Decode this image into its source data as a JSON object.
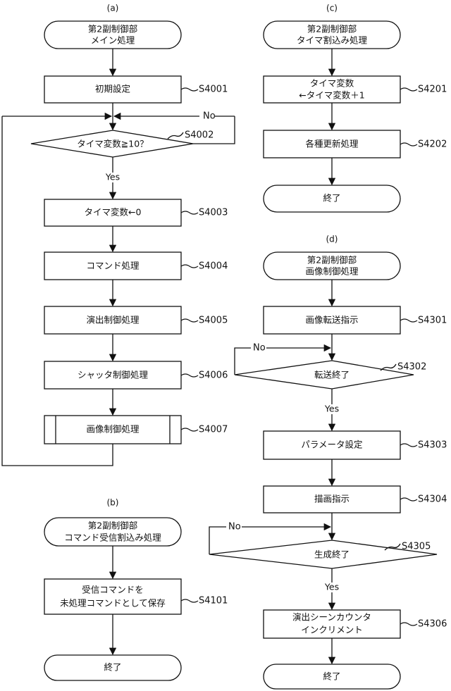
{
  "a": {
    "label": "(a)",
    "start": [
      "第2副制御部",
      "メイン処理"
    ],
    "steps": [
      {
        "id": "S4001",
        "text": "初期設定"
      },
      {
        "id": "S4002",
        "text": "タイマ変数≧10？"
      },
      {
        "id": "S4003",
        "text": "タイマ変数←0"
      },
      {
        "id": "S4004",
        "text": "コマンド処理"
      },
      {
        "id": "S4005",
        "text": "演出制御処理"
      },
      {
        "id": "S4006",
        "text": "シャッタ制御処理"
      },
      {
        "id": "S4007",
        "text": "画像制御処理"
      }
    ],
    "yes": "Yes",
    "no": "No"
  },
  "b": {
    "label": "(b)",
    "start": [
      "第2副制御部",
      "コマンド受信割込み処理"
    ],
    "steps": [
      {
        "id": "S4101",
        "text": [
          "受信コマンドを",
          "未処理コマンドとして保存"
        ]
      }
    ],
    "end": "終了"
  },
  "c": {
    "label": "(c)",
    "start": [
      "第2副制御部",
      "タイマ割込み処理"
    ],
    "steps": [
      {
        "id": "S4201",
        "text": [
          "タイマ変数",
          "←タイマ変数＋1"
        ]
      },
      {
        "id": "S4202",
        "text": "各種更新処理"
      }
    ],
    "end": "終了"
  },
  "d": {
    "label": "(d)",
    "start": [
      "第2副制御部",
      "画像制御処理"
    ],
    "steps": [
      {
        "id": "S4301",
        "text": "画像転送指示"
      },
      {
        "id": "S4302",
        "text": "転送終了"
      },
      {
        "id": "S4303",
        "text": "パラメータ設定"
      },
      {
        "id": "S4304",
        "text": "描画指示"
      },
      {
        "id": "S4305",
        "text": "生成終了"
      },
      {
        "id": "S4306",
        "text": [
          "演出シーンカウンタ",
          "インクリメント"
        ]
      }
    ],
    "yes": "Yes",
    "no": "No",
    "end": "終了"
  }
}
